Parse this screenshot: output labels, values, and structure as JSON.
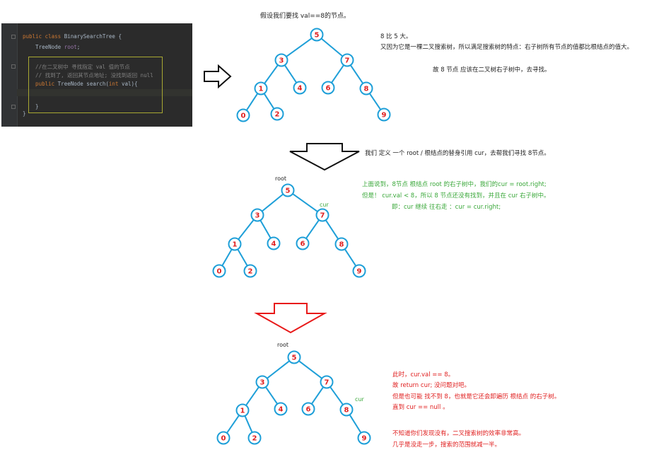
{
  "code": {
    "lines": [
      {
        "parts": [
          {
            "t": "public class ",
            "c": "kw"
          },
          {
            "t": "BinarySearchTree {",
            "c": "cls"
          }
        ]
      },
      {
        "parts": [
          {
            "t": "    TreeNode ",
            "c": "cls"
          },
          {
            "t": "root",
            "c": "fld"
          },
          {
            "t": ";",
            "c": "cls"
          }
        ]
      },
      {
        "parts": [
          {
            "t": "",
            "c": "cls"
          }
        ]
      },
      {
        "parts": [
          {
            "t": "    //在二叉树中 寻找指定 val 值的节点",
            "c": "cm"
          }
        ]
      },
      {
        "parts": [
          {
            "t": "    // 找到了, 返回其节点地址; 没找到返回 null",
            "c": "cm"
          }
        ]
      },
      {
        "parts": [
          {
            "t": "    public ",
            "c": "kw"
          },
          {
            "t": "TreeNode search(",
            "c": "cls"
          },
          {
            "t": "int ",
            "c": "kw"
          },
          {
            "t": "val){",
            "c": "cls"
          }
        ]
      },
      {
        "parts": [
          {
            "t": "",
            "c": "cls"
          }
        ]
      },
      {
        "parts": [
          {
            "t": "",
            "c": "cls"
          }
        ]
      },
      {
        "parts": [
          {
            "t": "    }",
            "c": "cls"
          }
        ]
      },
      {
        "parts": [
          {
            "t": "}",
            "c": "cls"
          }
        ]
      }
    ]
  },
  "tree": {
    "nodes": [
      {
        "id": "5",
        "label": "5"
      },
      {
        "id": "3",
        "label": "3"
      },
      {
        "id": "7",
        "label": "7"
      },
      {
        "id": "1",
        "label": "1"
      },
      {
        "id": "4",
        "label": "4"
      },
      {
        "id": "6",
        "label": "6"
      },
      {
        "id": "8",
        "label": "8"
      },
      {
        "id": "0",
        "label": "0"
      },
      {
        "id": "2",
        "label": "2"
      },
      {
        "id": "9",
        "label": "9"
      }
    ],
    "edges": [
      [
        "5",
        "3"
      ],
      [
        "5",
        "7"
      ],
      [
        "3",
        "1"
      ],
      [
        "3",
        "4"
      ],
      [
        "7",
        "6"
      ],
      [
        "7",
        "8"
      ],
      [
        "1",
        "0"
      ],
      [
        "1",
        "2"
      ],
      [
        "8",
        "9"
      ]
    ]
  },
  "colors": {
    "node_stroke": "#1e9fd8",
    "node_label": "#e02020",
    "green": "#3aa83a",
    "red": "#e02020",
    "red_arrow": "#e81919",
    "black": "#111111"
  },
  "panel1": {
    "title": "假设我们要找 val==8的节点。",
    "notes": [
      "8 比 5 大。",
      "又因为它是一棵二叉搜索树，所以满足搜索树的特点：右子树所有节点的值都比根结点的值大。",
      "故 8 节点 应该在二叉树右子树中，去寻找。"
    ]
  },
  "arrow2_note": "我们 定义 一个 root / 根结点的替身引用 cur，去帮我们寻找 8节点。",
  "panel2": {
    "root_label": "root",
    "cur_label": "cur",
    "notes": [
      "上面说到，8节点 根结点 root 的右子树中，我们的cur = root.right;",
      "但是！ cur.val < 8，所以 8 节点还没有找到，并且在 cur 右子树中。",
      "即：cur 继续 往右走 ：cur = cur.right;"
    ]
  },
  "panel3": {
    "root_label": "root",
    "cur_label": "cur",
    "notes": [
      "此时，cur.val == 8。",
      "故 return cur; 没问题对吧。",
      "但是也可能 找不到 8，也就是它还会卸遍历 根结点 的右子树。",
      "直到 cur == null 。",
      "",
      "不知道你们发现没有，二叉搜索树的效率非常高。",
      "几乎是没走一步，搜索的范围就减一半。"
    ]
  },
  "icons": [
    "hollow-right-arrow-icon",
    "hollow-down-arrow-icon",
    "red-down-arrow-icon"
  ]
}
